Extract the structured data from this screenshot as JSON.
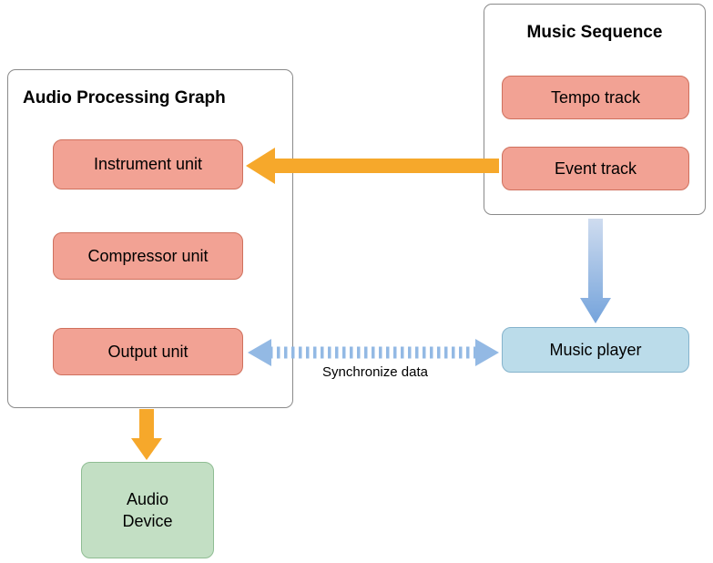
{
  "diagram": {
    "music_sequence": {
      "title": "Music Sequence",
      "boxes": [
        {
          "label": "Tempo track"
        },
        {
          "label": "Event track"
        }
      ]
    },
    "audio_processing_graph": {
      "title": "Audio Processing Graph",
      "boxes": [
        {
          "label": "Instrument unit"
        },
        {
          "label": "Compressor unit"
        },
        {
          "label": "Output unit"
        }
      ]
    },
    "music_player": {
      "label": "Music player"
    },
    "audio_device": {
      "label": "Audio\nDevice"
    },
    "arrows": {
      "sync_label": "Synchronize data",
      "event_to_instrument": "orange arrow from Event track to Instrument unit",
      "sequence_to_player": "blue gradient arrow from Music Sequence to Music player",
      "output_sync_player": "dashed double-headed arrow between Output unit and Music player",
      "graph_to_device": "orange arrow from Audio Processing Graph to Audio Device"
    },
    "colors": {
      "salmon_fill": "#f2a294",
      "salmon_border": "#cf705d",
      "blue_fill": "#bbdcea",
      "blue_border": "#85b3cc",
      "green_fill": "#c3dfc4",
      "green_border": "#8fbd93",
      "container_border": "#8a8a8a",
      "orange_arrow": "#f6a82b",
      "blue_arrow_top": "#cfdcef",
      "blue_arrow_bottom": "#74a3db",
      "dashed_arrow": "#93b9e4"
    }
  }
}
